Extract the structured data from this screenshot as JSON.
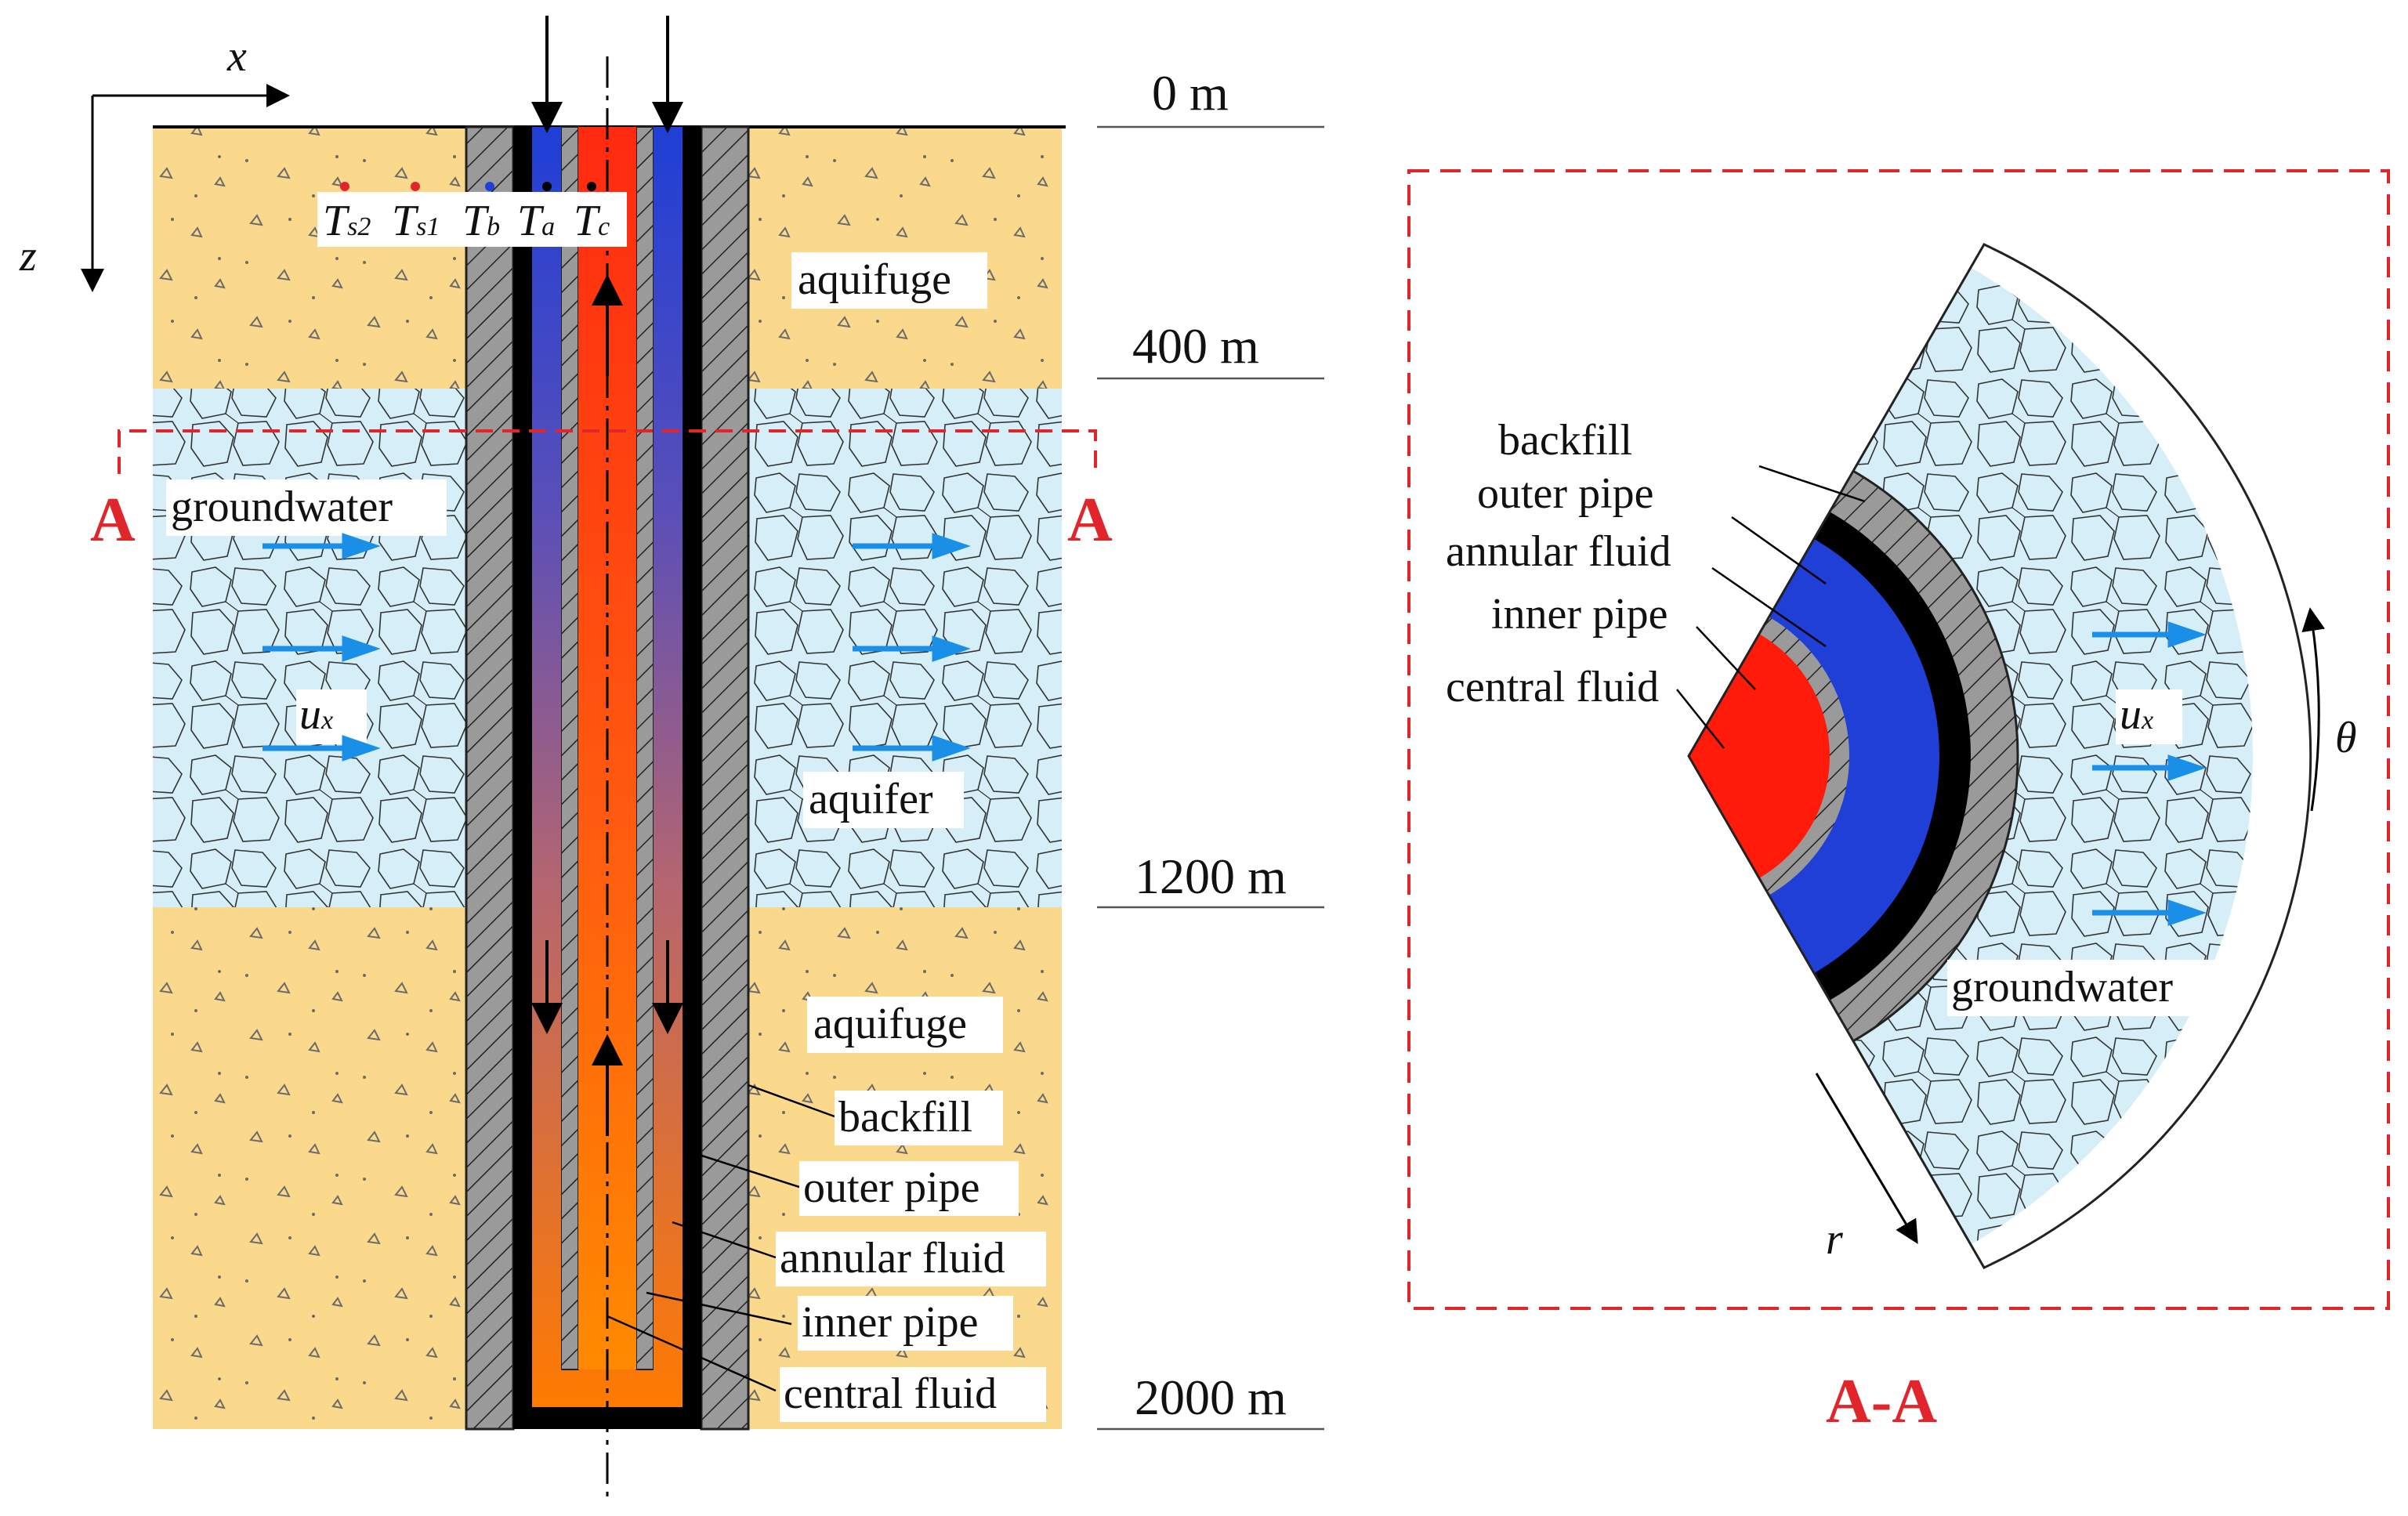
{
  "colors": {
    "soil": "#fbd98c",
    "water": "#d6eef8",
    "backfill": "#9a9a9a",
    "outer_pipe": "#000000",
    "annular_top": "#1f3fd6",
    "annular_bottom": "#ff7a00",
    "central_fluid": "#ff2a10",
    "central_bottom": "#ff8a00",
    "flow_arrow": "#1a8fe8",
    "section_red": "#e0262a"
  },
  "axes": {
    "x": "x",
    "z": "z"
  },
  "depths": [
    "0 m",
    "400 m",
    "1200 m",
    "2000 m"
  ],
  "temps": [
    {
      "main": "T",
      "sub": "s2"
    },
    {
      "main": "T",
      "sub": "s1"
    },
    {
      "main": "T",
      "sub": "b"
    },
    {
      "main": "T",
      "sub": "a"
    },
    {
      "main": "T",
      "sub": "c"
    }
  ],
  "layers": {
    "top": "aquifuge",
    "middle": "aquifer",
    "bottom": "aquifuge",
    "groundwater": "groundwater"
  },
  "flow": {
    "main": "u",
    "sub": "x"
  },
  "section_marker": "A",
  "components": [
    "backfill",
    "outer pipe",
    "annular fluid",
    "inner pipe",
    "central fluid"
  ],
  "section": {
    "title": "A-A",
    "components": [
      "backfill",
      "outer pipe",
      "annular fluid",
      "inner pipe",
      "central fluid"
    ],
    "flow": {
      "main": "u",
      "sub": "x"
    },
    "groundwater": "groundwater",
    "theta": "θ",
    "r": "r"
  }
}
